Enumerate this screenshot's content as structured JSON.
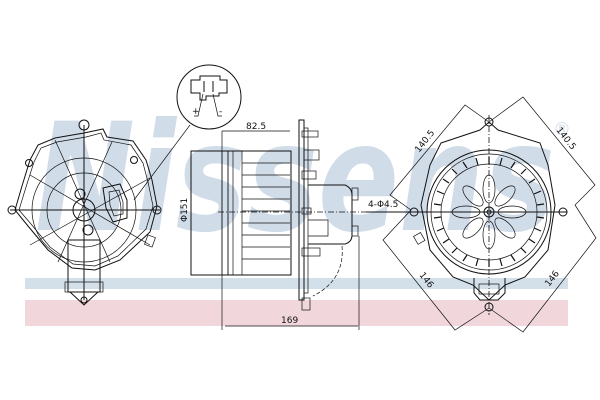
{
  "watermark": {
    "text": "Nissens",
    "registered_mark": "®",
    "text_color": "#c9d6e6",
    "band_blue_color": "#d3dfe9",
    "band_pink_color": "#f1d6dc"
  },
  "connector_detail": {
    "plus_label": "+",
    "minus_label": "-"
  },
  "side_view": {
    "depth_label": "82.5",
    "diameter_label": "Φ151",
    "total_length_label": "169"
  },
  "front_view": {
    "holes_label": "4-Φ4.5",
    "dim_top_left": "140.5",
    "dim_top_right": "140.5",
    "dim_bottom_left": "146",
    "dim_bottom_right": "146"
  }
}
